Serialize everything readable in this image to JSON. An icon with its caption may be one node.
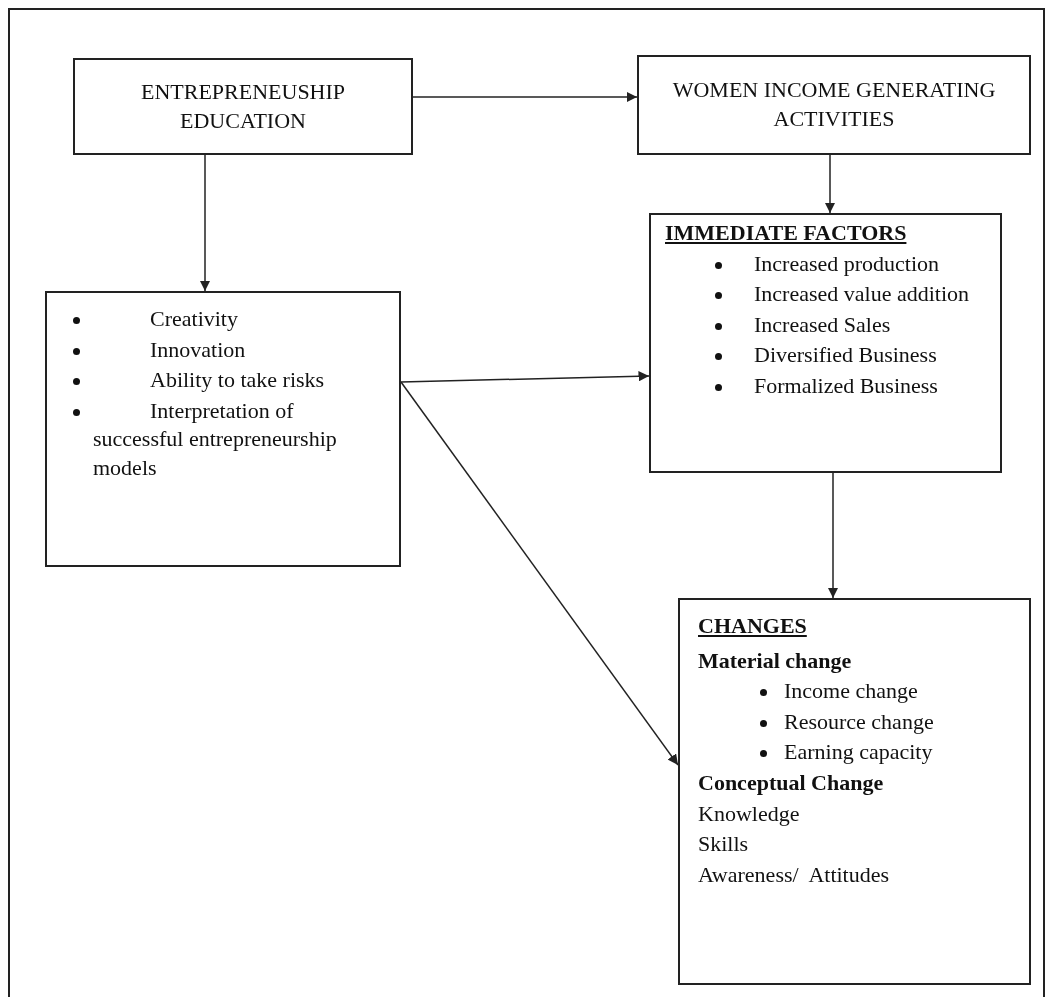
{
  "diagram": {
    "nodes": [
      {
        "text": [
          "ENTREPRENEUSHIP EDUCATION"
        ]
      },
      {
        "text": [
          "WOMEN INCOME GENERATING ACTIVITIES"
        ]
      },
      {
        "text": [
          "Creativity",
          "Innovation",
          "Ability to take risks",
          "Interpretation of successful entrepreneurship models"
        ]
      },
      {
        "text": [
          "IMMEDIATE FACTORS",
          "Increased production",
          "Increased value addition",
          "Increased Sales",
          "Diversified Business",
          "Formalized Business"
        ]
      },
      {
        "text": [
          "CHANGES",
          "Material change",
          "Income change",
          "Resource change",
          "Earning capacity",
          "Conceptual Change",
          "Knowledge",
          "Skills",
          "Awareness/  Attitudes"
        ]
      }
    ],
    "edges": [
      {
        "from": 0,
        "to": 1,
        "arrow": "to"
      },
      {
        "from": 0,
        "to": 2,
        "arrow": "to"
      },
      {
        "from": 1,
        "to": 3,
        "arrow": "to"
      },
      {
        "from": 2,
        "to": 3,
        "arrow": "to"
      },
      {
        "from": 2,
        "to": 4,
        "arrow": "to"
      },
      {
        "from": 3,
        "to": 4,
        "arrow": "to"
      }
    ]
  }
}
